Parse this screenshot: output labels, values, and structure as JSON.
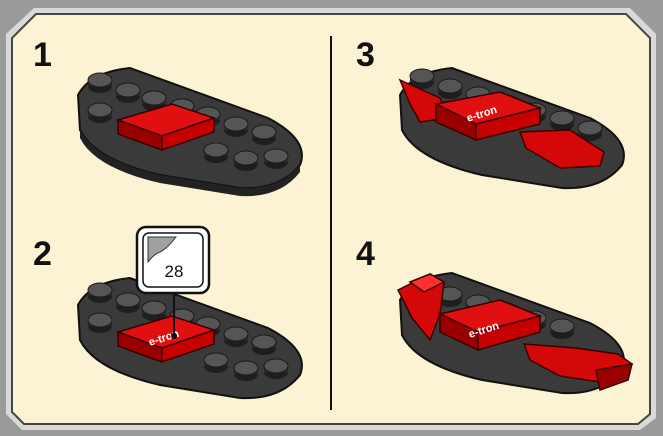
{
  "steps": [
    {
      "number": "1"
    },
    {
      "number": "2"
    },
    {
      "number": "3"
    },
    {
      "number": "4"
    }
  ],
  "sticker_callout": {
    "number": "28",
    "decal_text": "e-tron"
  },
  "colors": {
    "background": "#fbf3d3",
    "frame": "#6b6b6b",
    "frame_light": "#c8c8c8",
    "plate": "#3a3a3a",
    "stud": "#4a4a4a",
    "red": "#c40000",
    "dark_red": "#7a0000"
  }
}
